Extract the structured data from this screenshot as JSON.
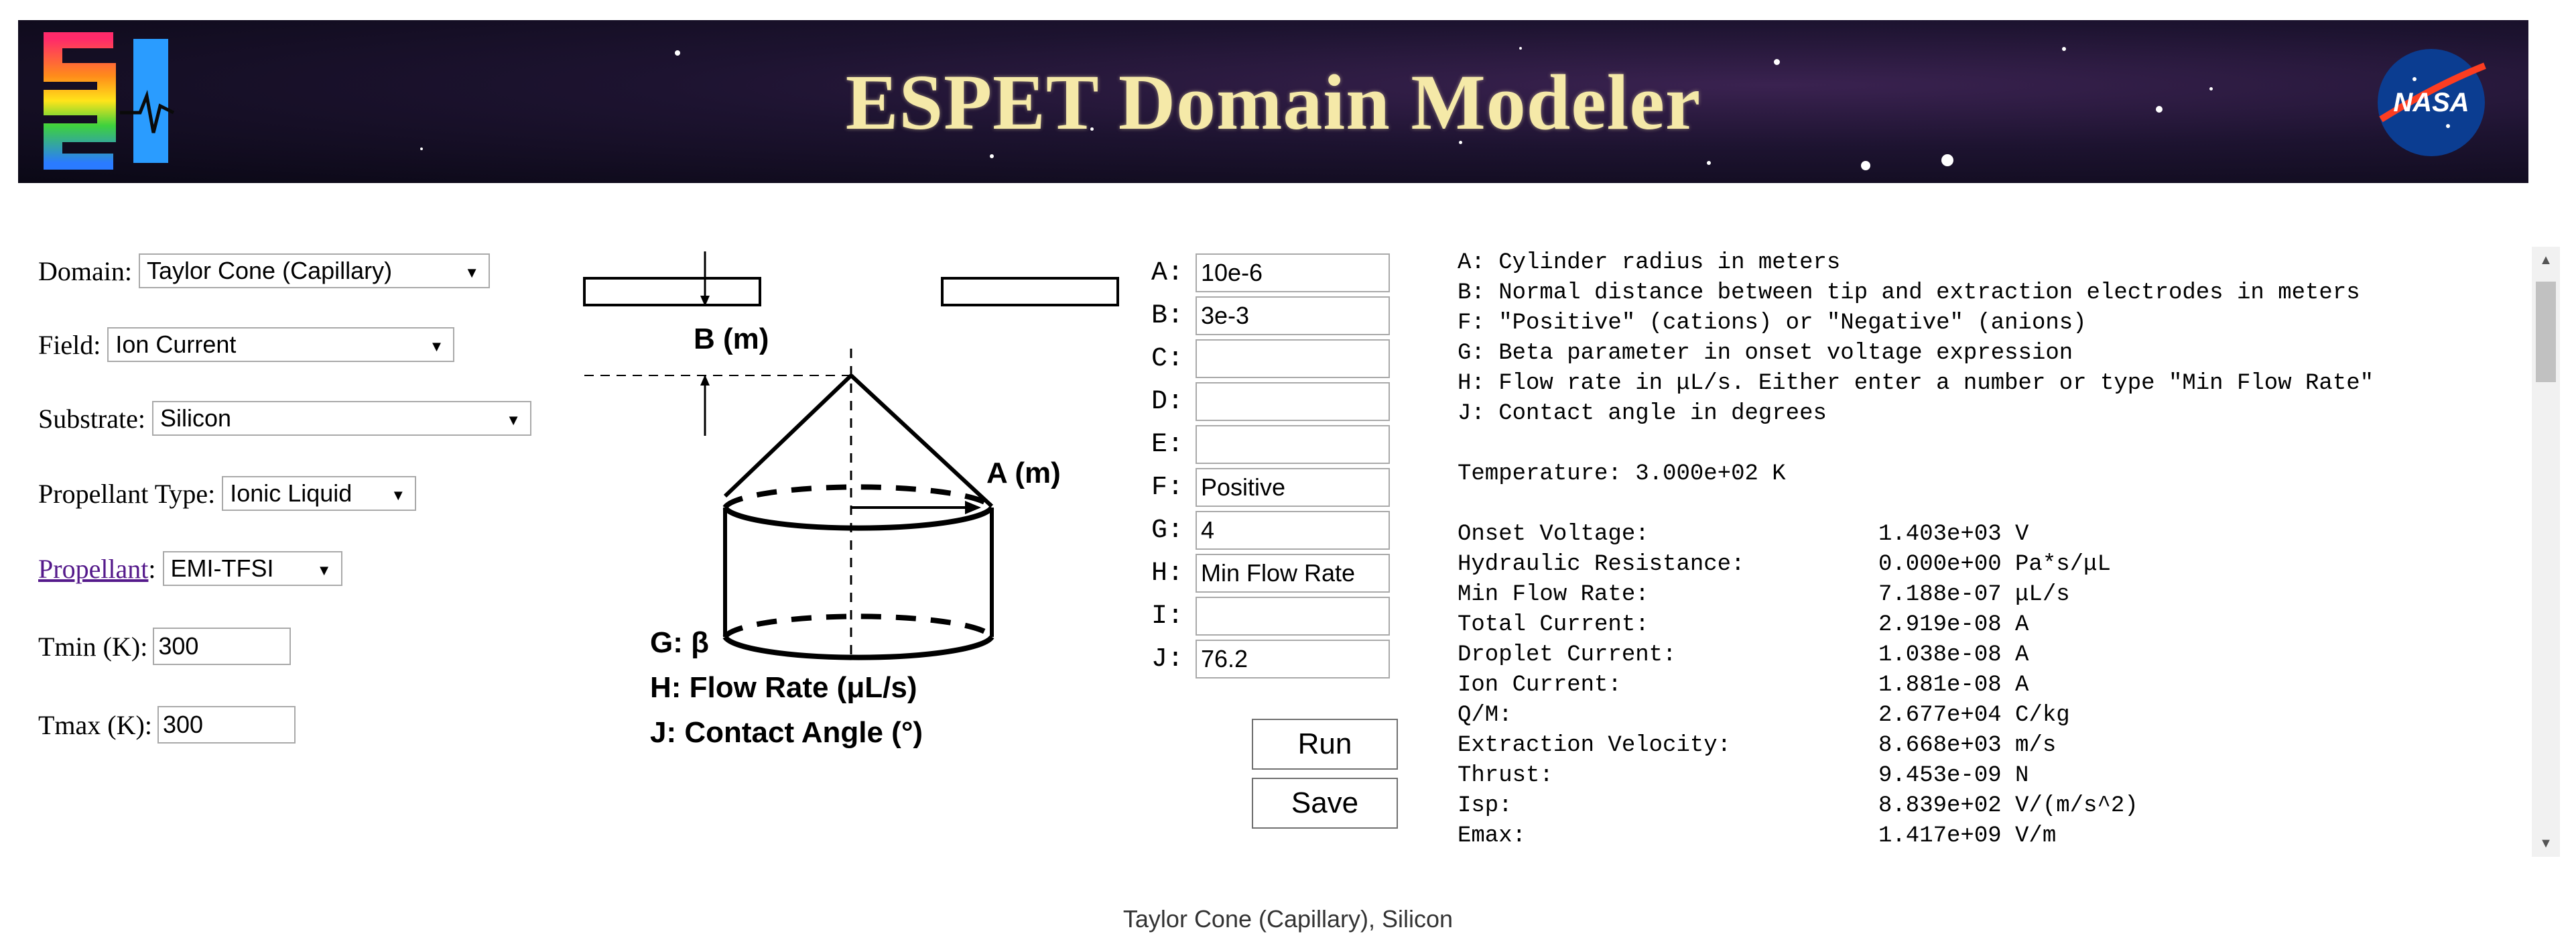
{
  "banner": {
    "title": "ESPET Domain Modeler",
    "logo_left": "SI logo",
    "logo_right": "NASA"
  },
  "form": {
    "domain_label": "Domain:",
    "domain_value": "Taylor Cone (Capillary)",
    "field_label": "Field:",
    "field_value": "Ion Current",
    "substrate_label": "Substrate:",
    "substrate_value": "Silicon",
    "propellant_type_label": "Propellant Type:",
    "propellant_type_value": "Ionic Liquid",
    "propellant_label": "Propellant",
    "propellant_colon": ":",
    "propellant_value": "EMI-TFSI",
    "tmin_label": "Tmin (K):",
    "tmin_value": "300",
    "tmax_label": "Tmax (K):",
    "tmax_value": "300"
  },
  "diagram": {
    "b_label": "B (m)",
    "a_label": "A (m)",
    "g_label": "G: β",
    "h_label": "H: Flow Rate (μL/s)",
    "j_label": "J: Contact Angle (°)"
  },
  "params": [
    {
      "label": "A:",
      "value": "10e-6"
    },
    {
      "label": "B:",
      "value": "3e-3"
    },
    {
      "label": "C:",
      "value": ""
    },
    {
      "label": "D:",
      "value": ""
    },
    {
      "label": "E:",
      "value": ""
    },
    {
      "label": "F:",
      "value": "Positive"
    },
    {
      "label": "G:",
      "value": "4"
    },
    {
      "label": "H:",
      "value": "Min Flow Rate"
    },
    {
      "label": "I:",
      "value": ""
    },
    {
      "label": "J:",
      "value": "76.2"
    }
  ],
  "buttons": {
    "run": "Run",
    "save": "Save"
  },
  "output": {
    "descriptions": [
      "A: Cylinder radius in meters",
      "B: Normal distance between tip and extraction electrodes in meters",
      "F: \"Positive\" (cations) or \"Negative\" (anions)",
      "G: Beta parameter in onset voltage expression",
      "H: Flow rate in μL/s. Either enter a number or type \"Min Flow Rate\"",
      "J: Contact angle in degrees"
    ],
    "temperature": "Temperature: 3.000e+02 K",
    "results": [
      {
        "label": "Onset Voltage:",
        "value": "1.403e+03 V"
      },
      {
        "label": "Hydraulic Resistance:",
        "value": "0.000e+00 Pa*s/μL"
      },
      {
        "label": "Min Flow Rate:",
        "value": "7.188e-07 μL/s"
      },
      {
        "label": "Total Current:",
        "value": "2.919e-08 A"
      },
      {
        "label": "Droplet Current:",
        "value": "1.038e-08 A"
      },
      {
        "label": "Ion Current:",
        "value": "1.881e-08 A"
      },
      {
        "label": "Q/M:",
        "value": "2.677e+04 C/kg"
      },
      {
        "label": "Extraction Velocity:",
        "value": "8.668e+03 m/s"
      },
      {
        "label": "Thrust:",
        "value": "9.453e-09 N"
      },
      {
        "label": "Isp:",
        "value": "8.839e+02 V/(m/s^2)"
      },
      {
        "label": "Emax:",
        "value": "1.417e+09 V/m"
      }
    ]
  },
  "footer": "Taylor Cone (Capillary), Silicon"
}
